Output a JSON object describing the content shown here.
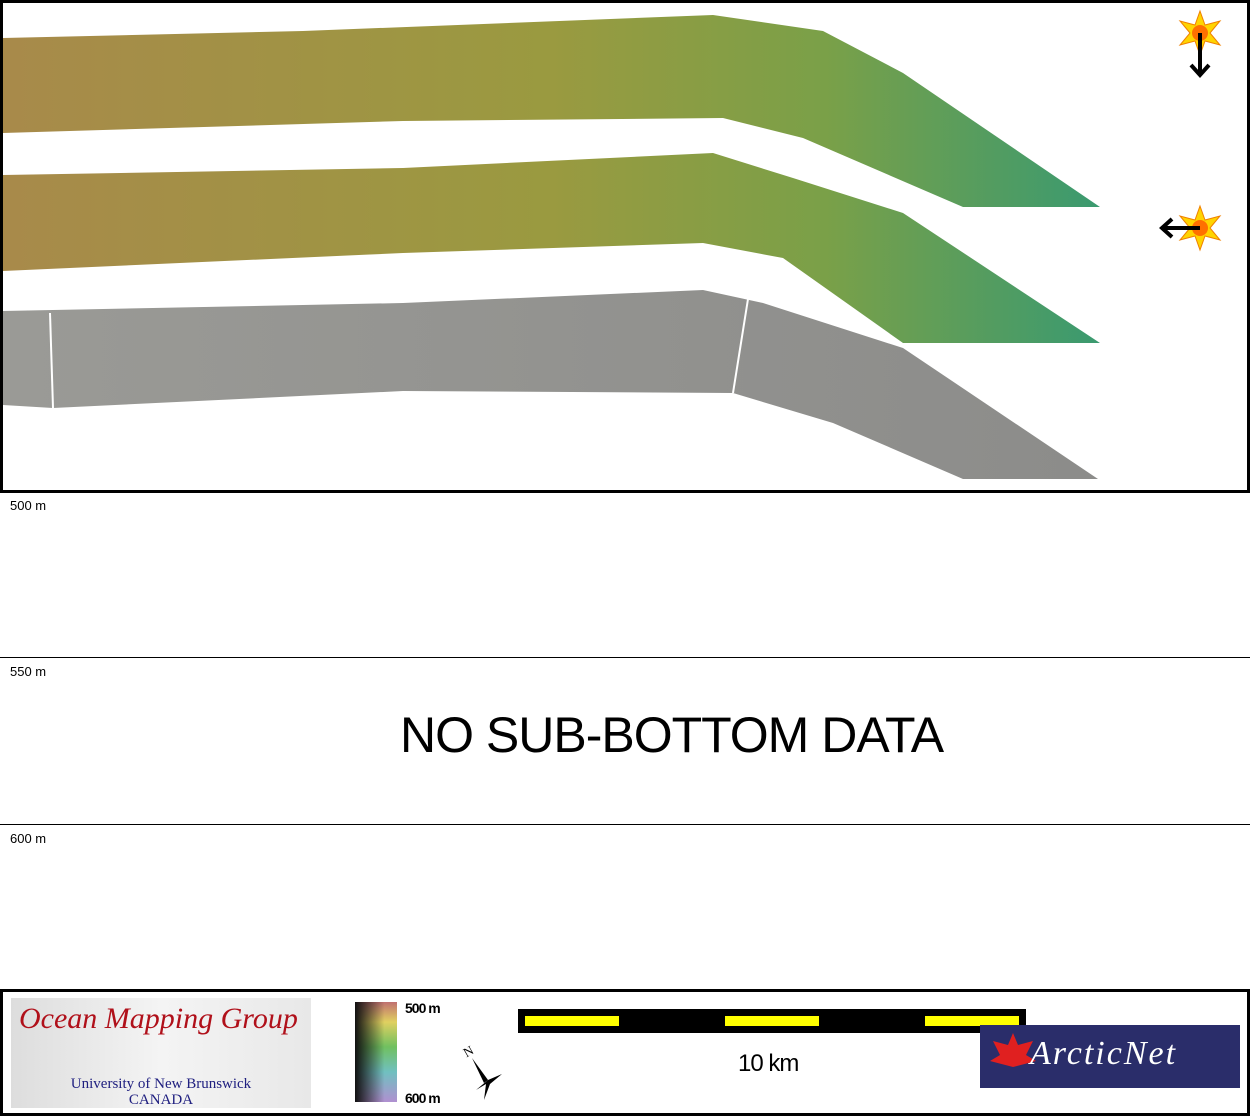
{
  "depth_labels": [
    "500 m",
    "550 m",
    "600 m"
  ],
  "no_data_message": "NO SUB-BOTTOM DATA",
  "footer": {
    "logo_title": "Ocean Mapping Group",
    "logo_sub1": "University of New Brunswick",
    "logo_sub2": "CANADA",
    "colorbar_top": "500 m",
    "colorbar_bottom": "600 m",
    "north_label": "N",
    "scale_label": "10 km",
    "partner_logo": "ArcticNet"
  },
  "colors": {
    "scale_fill": "#ffff00",
    "sun": "#ffcc00"
  }
}
